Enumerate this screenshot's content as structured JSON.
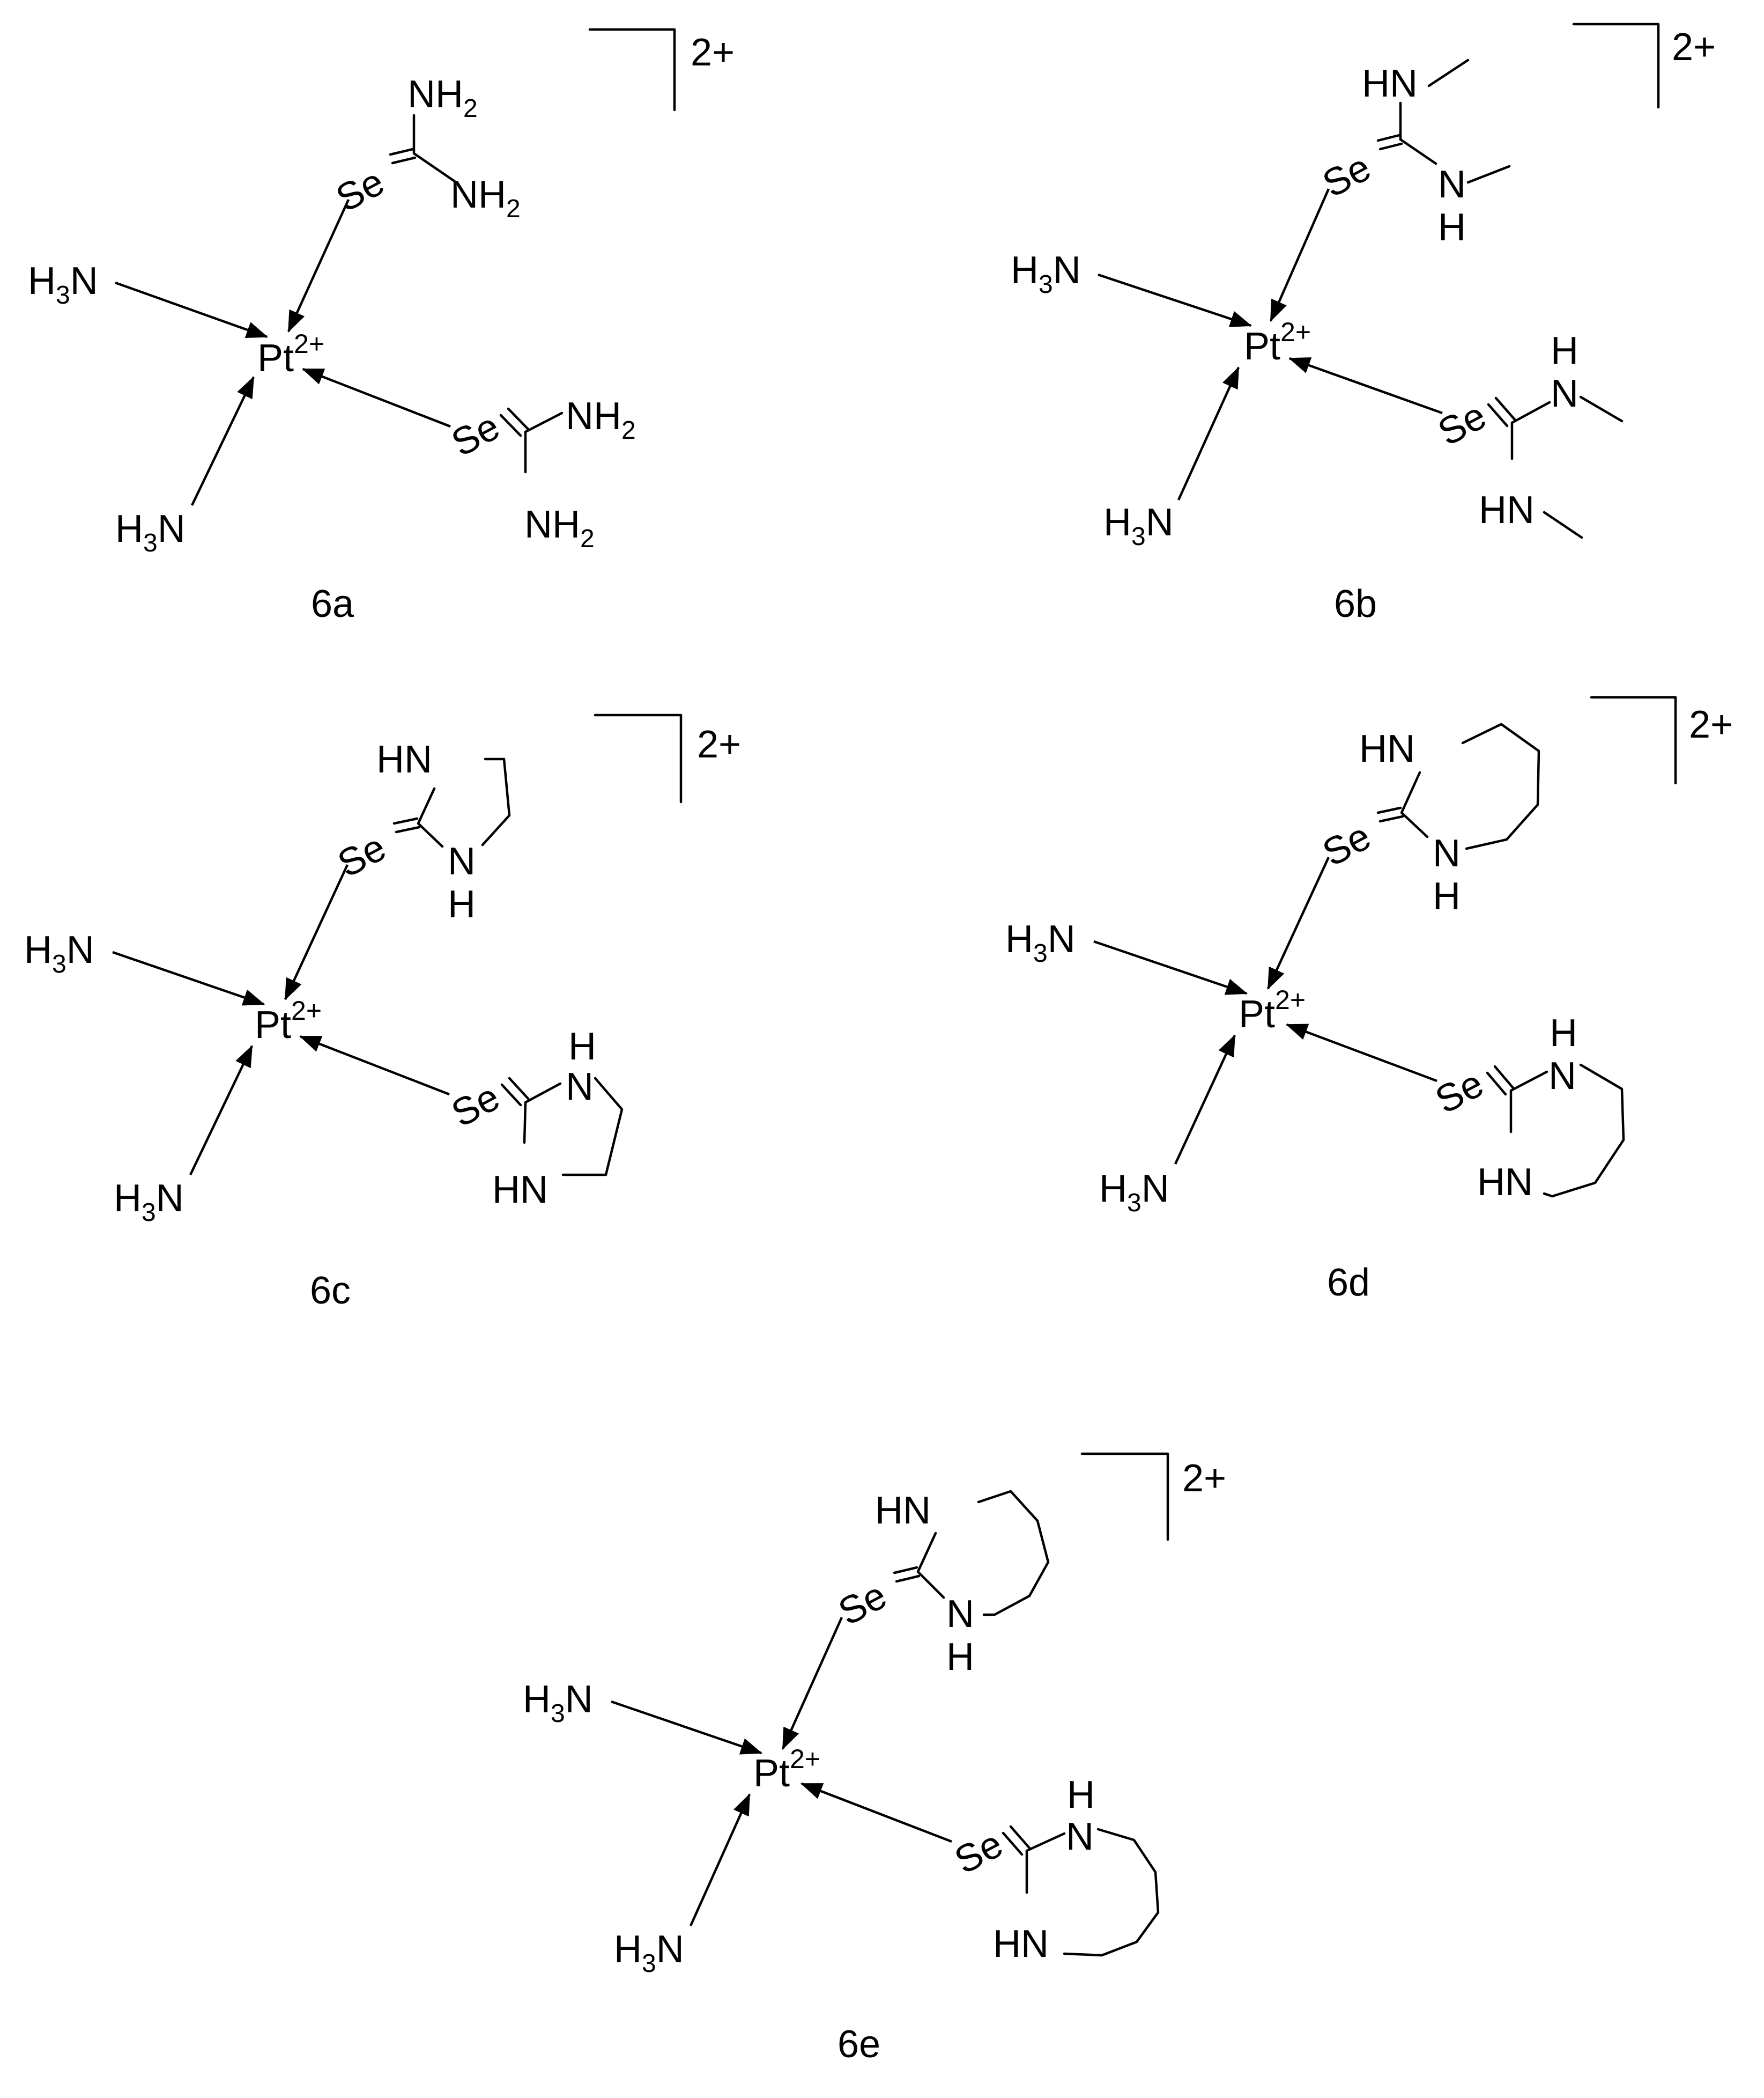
{
  "figure": {
    "complexes": [
      {
        "id": "6a",
        "caption": "6a",
        "charge": "2+",
        "metal": "Pt",
        "metal_charge": "2+",
        "ligands": {
          "ammine_upper": [
            "H",
            "3",
            "N"
          ],
          "ammine_lower": [
            "H",
            "3",
            "N"
          ],
          "se_upper": "Se",
          "se_lower": "Se",
          "upper_N1": [
            "NH",
            "2"
          ],
          "upper_N2": [
            "NH",
            "2"
          ],
          "lower_N1": [
            "NH",
            "2"
          ],
          "lower_N2": [
            "NH",
            "2"
          ]
        }
      },
      {
        "id": "6b",
        "caption": "6b",
        "charge": "2+",
        "metal": "Pt",
        "metal_charge": "2+",
        "ligands": {
          "ammine_upper": [
            "H",
            "3",
            "N"
          ],
          "ammine_lower": [
            "H",
            "3",
            "N"
          ],
          "se_upper": "Se",
          "se_lower": "Se",
          "upper_NH_top": "HN",
          "upper_N_bottom": "N",
          "upper_H_bottom": "H",
          "lower_N_top": "N",
          "lower_H_top": "H",
          "lower_NH_bottom": "HN"
        }
      },
      {
        "id": "6c",
        "caption": "6c",
        "charge": "2+",
        "metal": "Pt",
        "metal_charge": "2+",
        "ligands": {
          "ammine_upper": [
            "H",
            "3",
            "N"
          ],
          "ammine_lower": [
            "H",
            "3",
            "N"
          ],
          "se_upper": "Se",
          "se_lower": "Se",
          "upper_HN": "HN",
          "upper_N": "N",
          "upper_H": "H",
          "lower_N": "N",
          "lower_H": "H",
          "lower_HN": "HN"
        }
      },
      {
        "id": "6d",
        "caption": "6d",
        "charge": "2+",
        "metal": "Pt",
        "metal_charge": "2+",
        "ligands": {
          "ammine_upper": [
            "H",
            "3",
            "N"
          ],
          "ammine_lower": [
            "H",
            "3",
            "N"
          ],
          "se_upper": "Se",
          "se_lower": "Se",
          "upper_HN": "HN",
          "upper_N": "N",
          "upper_H": "H",
          "lower_N": "N",
          "lower_H": "H",
          "lower_HN": "HN"
        }
      },
      {
        "id": "6e",
        "caption": "6e",
        "charge": "2+",
        "metal": "Pt",
        "metal_charge": "2+",
        "ligands": {
          "ammine_upper": [
            "H",
            "3",
            "N"
          ],
          "ammine_lower": [
            "H",
            "3",
            "N"
          ],
          "se_upper": "Se",
          "se_lower": "Se",
          "upper_HN": "HN",
          "upper_N": "N",
          "upper_H": "H",
          "lower_N": "N",
          "lower_H": "H",
          "lower_HN": "HN"
        }
      }
    ]
  }
}
